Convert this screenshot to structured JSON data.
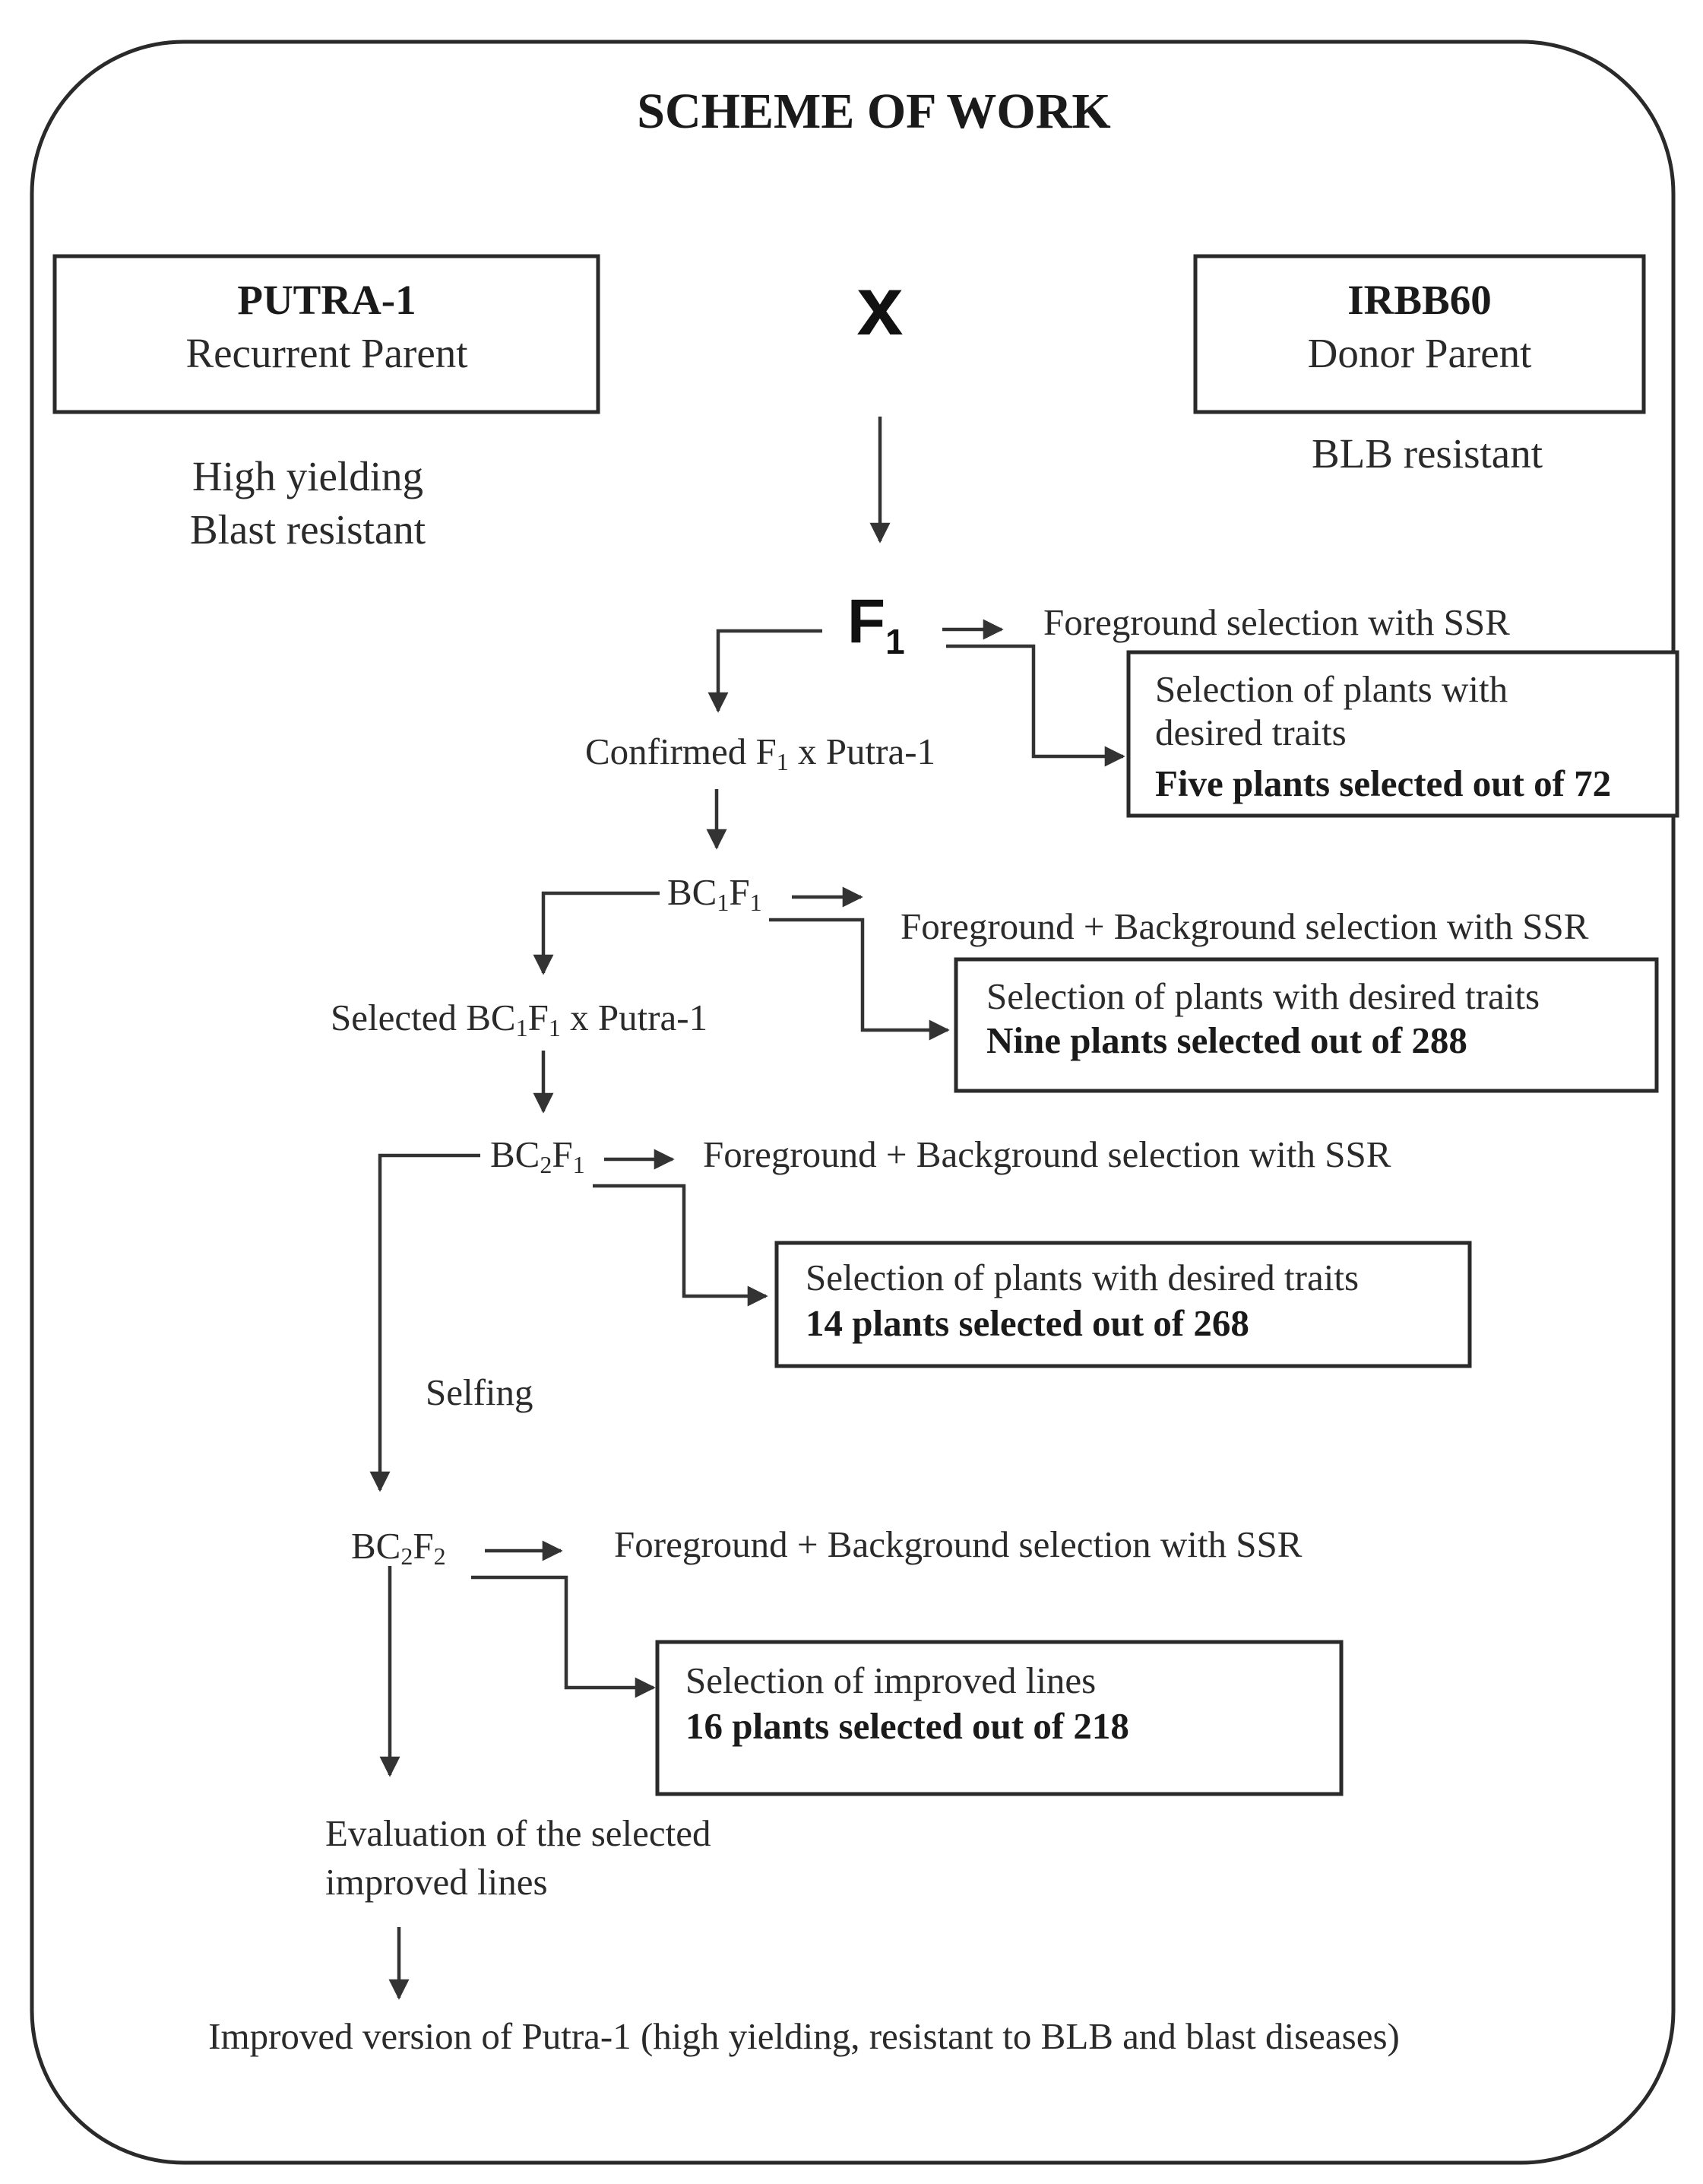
{
  "title": "SCHEME OF WORK",
  "cross_symbol": "x",
  "recurrent_parent": {
    "name": "PUTRA-1",
    "role": "Recurrent Parent",
    "traits": [
      "High yielding",
      "Blast resistant"
    ]
  },
  "donor_parent": {
    "name": "IRBB60",
    "role": "Donor Parent",
    "traits": [
      "BLB resistant"
    ]
  },
  "f1": {
    "label": "F",
    "sub": "1",
    "action": "Foreground selection with SSR",
    "selection_line1": "Selection of plants with",
    "selection_line2": "desired traits",
    "selection_result": "Five plants selected out of 72"
  },
  "backcross1": {
    "label_pre": "Confirmed F",
    "label_sub": "1",
    "label_post": " x Putra-1"
  },
  "bc1f1": {
    "g1": "BC",
    "s1": "1",
    "g2": "F",
    "s2": "1",
    "action": "Foreground + Background selection with SSR",
    "selection_text": "Selection of plants with desired traits",
    "selection_result": "Nine plants selected out of 288"
  },
  "backcross2": {
    "pre": "Selected BC",
    "s1": "1",
    "mid": "F",
    "s2": "1",
    "post": "  x Putra-1"
  },
  "bc2f1": {
    "g1": "BC",
    "s1": "2",
    "g2": "F",
    "s2": "1",
    "action": "Foreground + Background selection with SSR",
    "selection_text": "Selection of plants with desired traits",
    "selection_result": "14 plants selected out of 268"
  },
  "selfing_label": "Selfing",
  "bc2f2": {
    "g1": "BC",
    "s1": "2",
    "g2": "F",
    "s2": "2",
    "action": "Foreground + Background selection with SSR",
    "selection_text": "Selection of improved lines",
    "selection_result": "16 plants selected out of 218"
  },
  "evaluation": {
    "line1": "Evaluation of the selected",
    "line2": "improved lines"
  },
  "final_outcome": "Improved version of Putra-1 (high yielding, resistant to BLB and blast diseases)"
}
